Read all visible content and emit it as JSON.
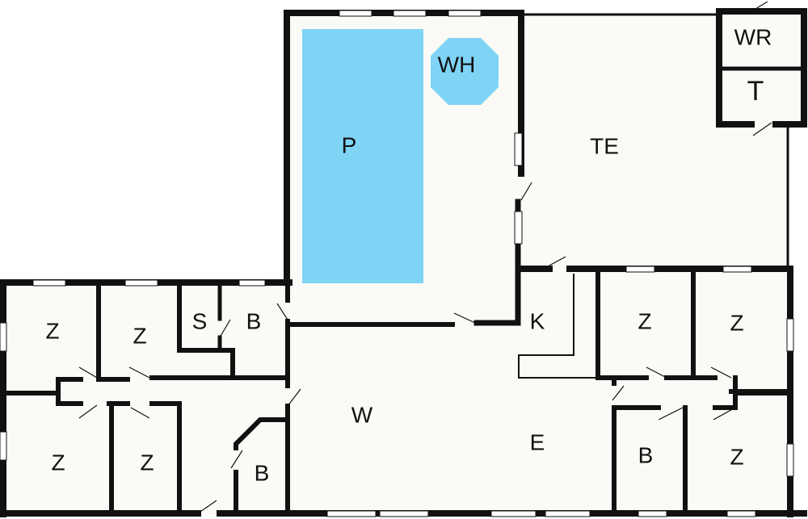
{
  "colors": {
    "wall": "#111111",
    "floor": "#fafaf6",
    "pool": "#7fd4f5",
    "window": "#ffffff"
  },
  "rooms": {
    "pool": "P",
    "whirlpool": "WH",
    "terrace": "TE",
    "washroom": "WR",
    "toilet": "T",
    "sauna": "S",
    "kitchen": "K",
    "living": "W",
    "dining": "E",
    "bedroom_1": "Z",
    "bedroom_2": "Z",
    "bedroom_3": "Z",
    "bedroom_4": "Z",
    "bedroom_5": "Z",
    "bedroom_6": "Z",
    "bedroom_7": "Z",
    "bathroom_1": "B",
    "bathroom_2": "B",
    "bathroom_3": "B"
  }
}
